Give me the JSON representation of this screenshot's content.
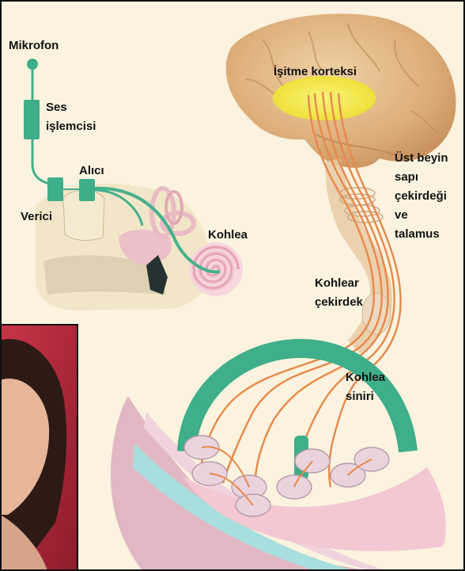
{
  "labels": {
    "mikrofon": "Mikrofon",
    "ses_islemcisi_1": "Ses",
    "ses_islemcisi_2": "işlemcisi",
    "alici": "Alıcı",
    "verici": "Verici",
    "kohlea": "Kohlea",
    "isitme_korteksi": "İşitme korteksi",
    "ust_beyin_1": "Üst beyin",
    "ust_beyin_2": "sapı",
    "ust_beyin_3": "çekirdeği",
    "ust_beyin_4": "ve",
    "ust_beyin_5": "talamus",
    "kohlear_cekirdek_1": "Kohlear",
    "kohlear_cekirdek_2": "çekirdek",
    "kohlea_siniri_1": "Kohlea",
    "kohlea_siniri_2": "siniri"
  },
  "colors": {
    "background": "#fbf3df",
    "implant_green": "#3fae8a",
    "nerve_orange": "#e8884a",
    "cortex_yellow": "#f4ee44",
    "brain": "#e2b98a",
    "cochlea_pink": "#f2c9d6",
    "photo_red": "#b52a3c"
  }
}
